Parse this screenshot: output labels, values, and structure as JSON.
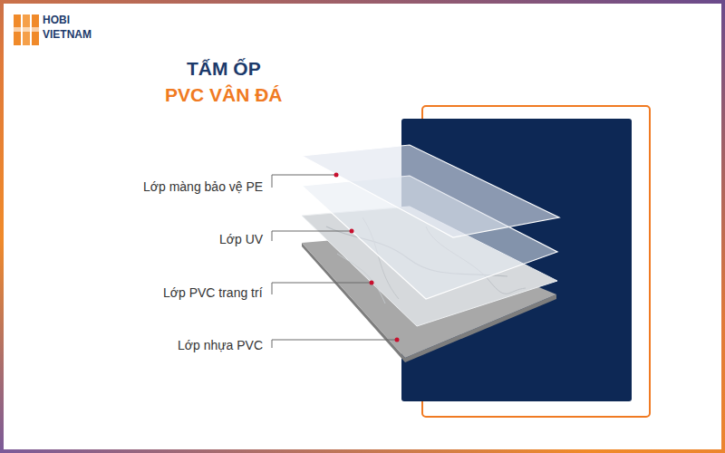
{
  "diagram": {
    "title": "TẤM ỐP",
    "labels": [
      "HOBI",
      "VIETNAM",
      "PVC VÂN ĐÁ",
      "Lớp màng bảo vệ PE",
      "Lớp UV",
      "Lớp PVC trang trí",
      "Lớp nhựa PVC"
    ]
  }
}
